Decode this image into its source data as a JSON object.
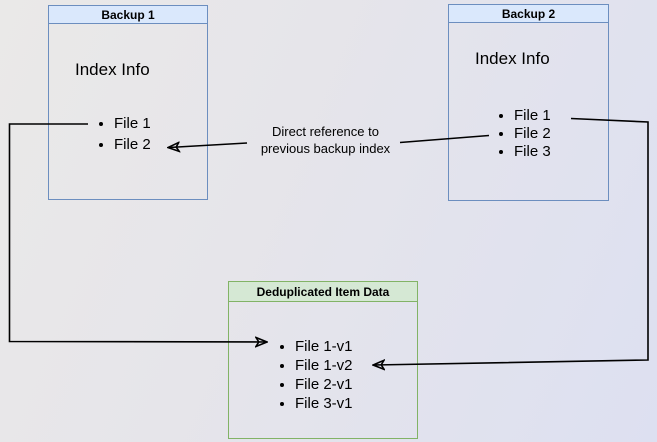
{
  "nodes": {
    "backup1": {
      "title": "Backup 1",
      "body_label": "Index Info",
      "items": [
        "File 1",
        "File 2"
      ],
      "header_fill": "#dae8fc",
      "border_color": "#6c8ebf"
    },
    "backup2": {
      "title": "Backup 2",
      "body_label": "Index Info",
      "items": [
        "File 1",
        "File 2",
        "File 3"
      ],
      "header_fill": "#dae8fc",
      "border_color": "#6c8ebf"
    },
    "dedup": {
      "title": "Deduplicated Item Data",
      "items": [
        "File 1-v1",
        "File 1-v2",
        "File 2-v1",
        "File 3-v1"
      ],
      "header_fill": "#d5e8d4",
      "border_color": "#82b366"
    }
  },
  "annotations": {
    "direct_reference": {
      "line1": "Direct reference to",
      "line2": "previous backup index"
    }
  },
  "connectors": {
    "color": "#000000",
    "links": [
      "backup1-file1-to-dedup-file1v1",
      "backup2-file1-to-dedup-file1v2",
      "backup2-file2-to-backup1-file2"
    ]
  }
}
